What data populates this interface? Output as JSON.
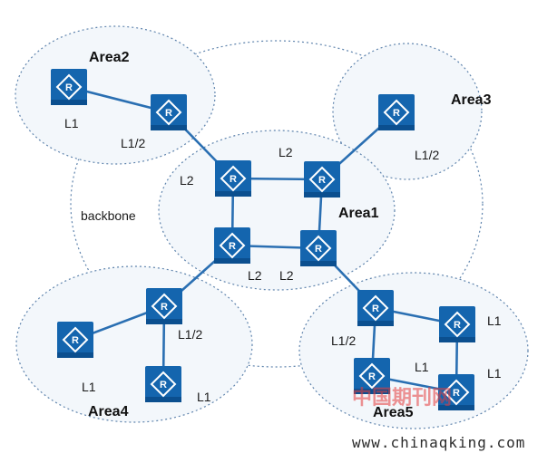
{
  "diagram": {
    "areas": {
      "area1": "Area1",
      "area2": "Area2",
      "area3": "Area3",
      "area4": "Area4",
      "area5": "Area5",
      "backbone": "backbone"
    },
    "router_letter": "R",
    "link_labels": {
      "area2_l1": "L1",
      "area2_l12": "L1/2",
      "area3_l12": "L1/2",
      "area1_l2_top": "L2",
      "area1_l2_left": "L2",
      "area1_l2_bottom_left": "L2",
      "area1_l2_bottom_right": "L2",
      "area4_l12": "L1/2",
      "area4_l1_left": "L1",
      "area4_l1_right": "L1",
      "area5_l12": "L1/2",
      "area5_l1_top": "L1",
      "area5_l1_mid": "L1",
      "area5_l1_right": "L1"
    },
    "colors": {
      "router": "#1465ae",
      "link": "#2a6fb2",
      "ellipse_border": "#5f84ad",
      "area_fill": "#f3f7fb"
    }
  },
  "watermark": {
    "chinese": "中国期刊网",
    "url": "www.chinaqking.com"
  }
}
